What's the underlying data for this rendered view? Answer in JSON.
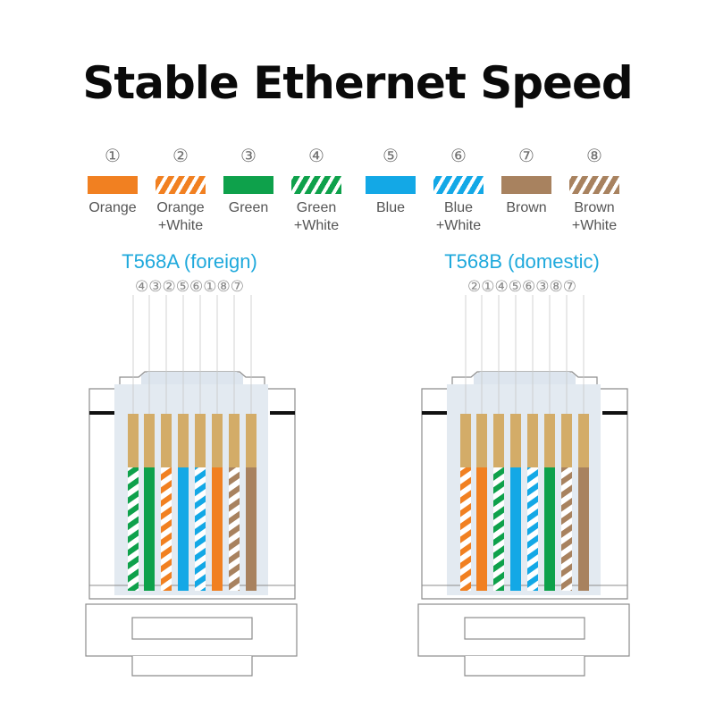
{
  "title": "Stable Ethernet Speed",
  "colors": {
    "orange": "#f18021",
    "green": "#0ea14b",
    "blue": "#13a8e6",
    "brown": "#a8825f",
    "white": "#ffffff",
    "contact_gold": "#d3ac68",
    "plug_body": "#e3eaf1",
    "accent_text": "#1fa9dc"
  },
  "legend": [
    {
      "num": "①",
      "label": "Orange",
      "color": "#f18021",
      "striped": false
    },
    {
      "num": "②",
      "label": "Orange\n+White",
      "color": "#f18021",
      "striped": true
    },
    {
      "num": "③",
      "label": "Green",
      "color": "#0ea14b",
      "striped": false
    },
    {
      "num": "④",
      "label": "Green\n+White",
      "color": "#0ea14b",
      "striped": true
    },
    {
      "num": "⑤",
      "label": "Blue",
      "color": "#13a8e6",
      "striped": false
    },
    {
      "num": "⑥",
      "label": "Blue\n+White",
      "color": "#13a8e6",
      "striped": true
    },
    {
      "num": "⑦",
      "label": "Brown",
      "color": "#a8825f",
      "striped": false
    },
    {
      "num": "⑧",
      "label": "Brown\n+White",
      "color": "#a8825f",
      "striped": true
    }
  ],
  "standards": [
    {
      "name": "T568A (foreign)",
      "order_label": "④③②⑤⑥①⑧⑦",
      "pins": [
        4,
        3,
        2,
        5,
        6,
        1,
        8,
        7
      ]
    },
    {
      "name": "T568B (domestic)",
      "order_label": "②①④⑤⑥③⑧⑦",
      "pins": [
        2,
        1,
        4,
        5,
        6,
        3,
        8,
        7
      ]
    }
  ]
}
